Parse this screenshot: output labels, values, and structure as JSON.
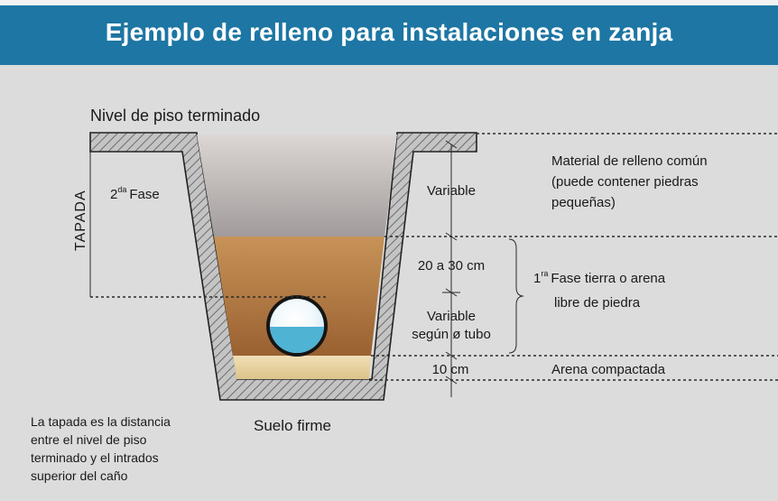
{
  "title": "Ejemplo de relleno para instalaciones en zanja",
  "labels": {
    "nivel_piso": "Nivel de piso terminado",
    "tapada": "TAPADA",
    "fase2_sup": "da",
    "fase2_text": "2",
    "fase2_suffix": "Fase",
    "variable": "Variable",
    "rango": "20 a 30 cm",
    "variable2": "Variable",
    "segun_tubo": "según ø tubo",
    "diez_cm": "10 cm",
    "material_1": "Material de relleno común",
    "material_2": "(puede contener piedras",
    "material_3": "pequeñas)",
    "fase1_num": "1",
    "fase1_sup": "ra",
    "fase1_line1": "Fase tierra o arena",
    "fase1_line2": "libre de piedra",
    "arena": "Arena compactada",
    "suelo": "Suelo firme",
    "nota_1": "La tapada es la distancia",
    "nota_2": "entre el nivel de piso",
    "nota_3": "terminado y el intrados",
    "nota_4": "superior del caño"
  },
  "colors": {
    "header": "#1d76a3",
    "background": "#dcdcdc",
    "fill_common": "#a9a3a3",
    "fill_earth": "#a6703a",
    "fill_sand": "#e5cf9c",
    "wall": "#bcbcbc",
    "pipe_water": "#4fb3d4"
  }
}
